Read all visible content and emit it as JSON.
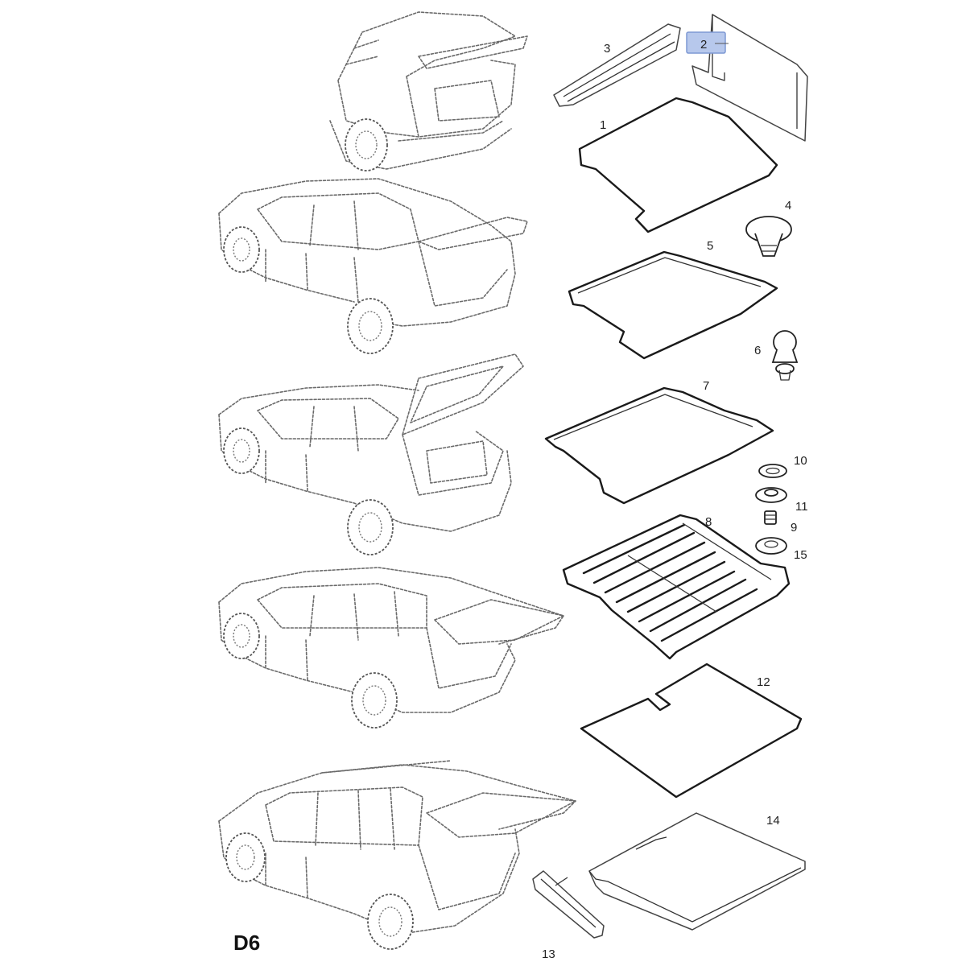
{
  "diagram": {
    "page_code": "D6",
    "part_numbers": {
      "p1": "1",
      "p2": "2",
      "p3": "3",
      "p4": "4",
      "p5": "5",
      "p6": "6",
      "p7": "7",
      "p8": "8",
      "p9": "9",
      "p10": "10",
      "p11": "11",
      "p12": "12",
      "p13": "13",
      "p14": "14",
      "p15": "15"
    },
    "highlighted_callout": "2",
    "highlight_color": "#b7c8ec"
  }
}
